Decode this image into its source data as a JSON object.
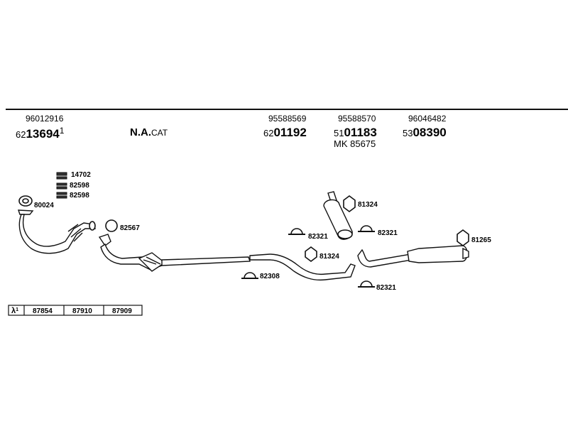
{
  "header_parts": [
    {
      "oem": "96012916",
      "prefix": "62",
      "main": "13694",
      "suffix": "1"
    },
    {
      "oem": "95588569",
      "prefix": "62",
      "main": "01192",
      "suffix": ""
    },
    {
      "oem": "95588570",
      "prefix": "51",
      "main": "01183",
      "suffix": "",
      "extra": "MK 85675"
    },
    {
      "oem": "96046482",
      "prefix": "53",
      "main": "08390",
      "suffix": ""
    }
  ],
  "catalyst": {
    "main": "N.A.",
    "sub": "CAT"
  },
  "labels": {
    "l14702": "14702",
    "l82598a": "82598",
    "l82598b": "82598",
    "l80024": "80024",
    "l82567": "82567",
    "l81324a": "81324",
    "l82321a": "82321",
    "l82321b": "82321",
    "l81324b": "81324",
    "l82308": "82308",
    "l82321c": "82321",
    "l81265": "81265"
  },
  "lambda_box": {
    "symbol": "λ",
    "sup": "1",
    "cells": [
      "87854",
      "87910",
      "87909"
    ]
  }
}
